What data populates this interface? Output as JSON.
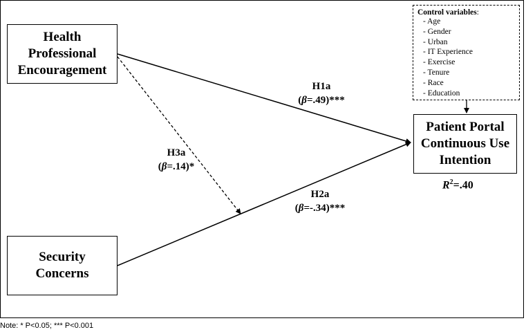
{
  "nodes": {
    "hpe": {
      "lines": [
        "Health",
        "Professional",
        "Encouragement"
      ]
    },
    "security": {
      "lines": [
        "Security",
        "Concerns"
      ]
    },
    "portal": {
      "lines": [
        "Patient Portal",
        "Continuous Use",
        "Intention"
      ]
    }
  },
  "controls": {
    "title": "Control variables",
    "items": [
      "- Age",
      "- Gender",
      "- Urban",
      "- IT Experience",
      "- Exercise",
      "- Tenure",
      "- Race",
      "- Education"
    ]
  },
  "hypotheses": {
    "h1a": {
      "label": "H1a",
      "beta_symbol": "β",
      "value": "=.49)***"
    },
    "h2a": {
      "label": "H2a",
      "beta_symbol": "β",
      "value": "=-.34)***"
    },
    "h3a": {
      "label": "H3a",
      "beta_symbol": "β",
      "value": "=.14)*"
    }
  },
  "r2": {
    "symbol": "R",
    "superscript": "2",
    "value": "=.40"
  },
  "note": "Note: * P<0.05; *** P<0.001"
}
